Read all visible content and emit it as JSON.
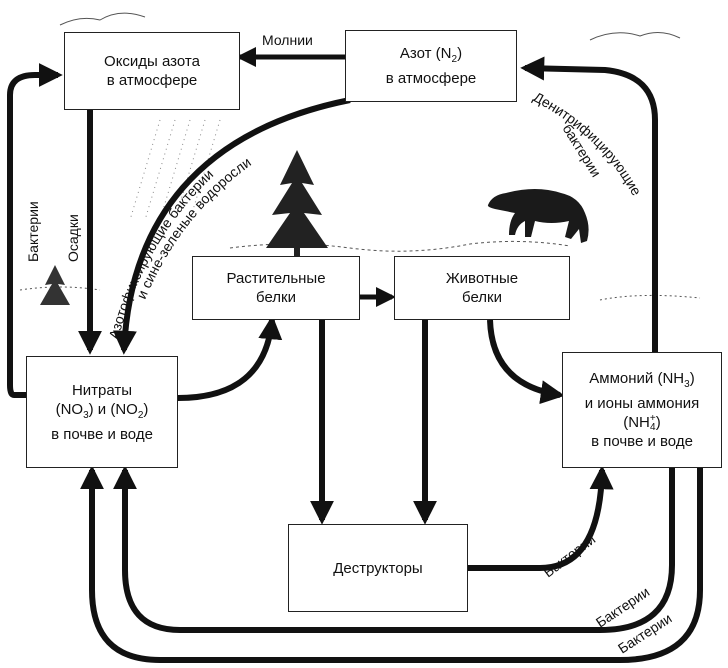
{
  "boxes": {
    "oxides": [
      "Оксиды азота",
      "в атмосфере"
    ],
    "nitrogen": {
      "pre": "Азот (N",
      "sub": "2",
      "post": ")",
      "line2": "в атмосфере"
    },
    "plant": [
      "Растительные",
      "белки"
    ],
    "animal": [
      "Животные",
      "белки"
    ],
    "nitrates": {
      "line1": "Нитраты",
      "l2_a": "(NO",
      "l2_s1": "3",
      "l2_b": ") и (NO",
      "l2_s2": "2",
      "l2_c": ")",
      "line3": "в почве и воде"
    },
    "ammonium": {
      "l1_a": "Аммоний (NH",
      "l1_s": "3",
      "l1_b": ")",
      "line2": "и ионы аммония",
      "l3_a": "(NH",
      "l3_sub": "4",
      "l3_sup": "+",
      "l3_b": ")",
      "line4": "в почве и воде"
    },
    "destructors": "Деструкторы"
  },
  "labels": {
    "lightning": "Молнии",
    "bacteria_left": "Бактерии",
    "precipitation": "Осадки",
    "nitrogen_fixing": "Азотофиксирующие бактерии",
    "blue_green": "и сине-зеленые водоросли",
    "denitrifying_1": "Денитрифицирующие",
    "denitrifying_2": "бактерии",
    "bacteria_destr": "Бактерии",
    "bacteria_outer1": "Бактерии",
    "bacteria_outer2": "Бактерии"
  }
}
